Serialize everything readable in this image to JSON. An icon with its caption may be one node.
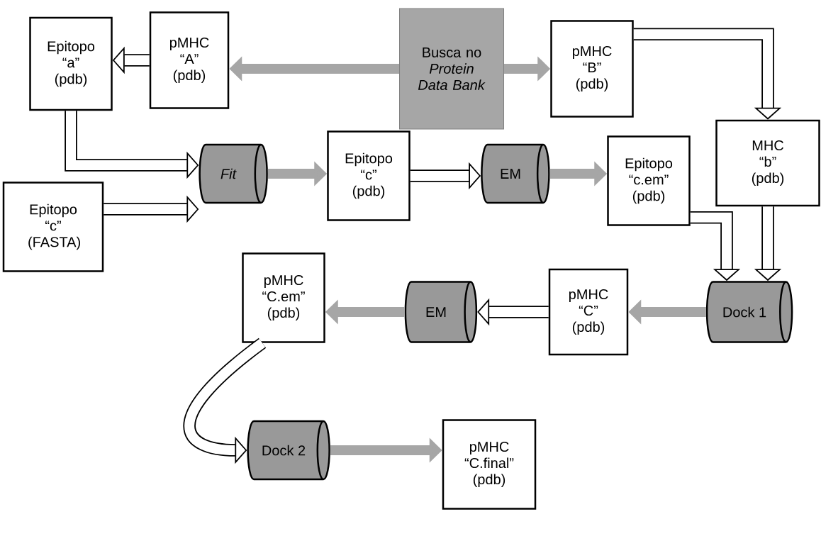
{
  "diagram": {
    "nodes": [
      {
        "text": [
          "Epitopo “a” (pdb)"
        ]
      },
      {
        "text": [
          "pMHC “A” (pdb)"
        ]
      },
      {
        "text": [
          "Busca no *Protein Data Bank*"
        ]
      },
      {
        "text": [
          "pMHC “B” (pdb)"
        ]
      },
      {
        "text": [
          "MHC “b” (pdb)"
        ]
      },
      {
        "text": [
          "Fit"
        ]
      },
      {
        "text": [
          "Epitopo “c” (pdb)"
        ]
      },
      {
        "text": [
          "EM"
        ]
      },
      {
        "text": [
          "Epitopo “c.em” (pdb)"
        ]
      },
      {
        "text": [
          "Epitopo “c” (FASTA)"
        ]
      },
      {
        "text": [
          "Dock 1"
        ]
      },
      {
        "text": [
          "pMHC “C” (pdb)"
        ]
      },
      {
        "text": [
          "EM"
        ]
      },
      {
        "text": [
          "pMHC “C.em” (pdb)"
        ]
      },
      {
        "text": [
          "Dock 2"
        ]
      },
      {
        "text": [
          "pMHC “C.final” (pdb)"
        ]
      }
    ],
    "edges": [
      {
        "from": 1,
        "to": 0,
        "arrow": "to"
      },
      {
        "from": 2,
        "to": 1,
        "arrow": "to",
        "color": "#a6a6a6"
      },
      {
        "from": 2,
        "to": 3,
        "arrow": "to",
        "color": "#a6a6a6"
      },
      {
        "from": 3,
        "to": 4,
        "arrow": "to"
      },
      {
        "from": 0,
        "to": 5,
        "arrow": "to"
      },
      {
        "from": 9,
        "to": 5,
        "arrow": "to"
      },
      {
        "from": 5,
        "to": 6,
        "arrow": "to",
        "color": "#a6a6a6"
      },
      {
        "from": 6,
        "to": 7,
        "arrow": "to"
      },
      {
        "from": 7,
        "to": 8,
        "arrow": "to",
        "color": "#a6a6a6"
      },
      {
        "from": 8,
        "to": 10,
        "arrow": "to"
      },
      {
        "from": 4,
        "to": 10,
        "arrow": "to"
      },
      {
        "from": 10,
        "to": 11,
        "arrow": "to",
        "color": "#a6a6a6"
      },
      {
        "from": 11,
        "to": 12,
        "arrow": "to"
      },
      {
        "from": 12,
        "to": 13,
        "arrow": "to",
        "color": "#a6a6a6"
      },
      {
        "from": 13,
        "to": 14,
        "arrow": "to"
      },
      {
        "from": 14,
        "to": 15,
        "arrow": "to",
        "color": "#a6a6a6"
      }
    ]
  }
}
